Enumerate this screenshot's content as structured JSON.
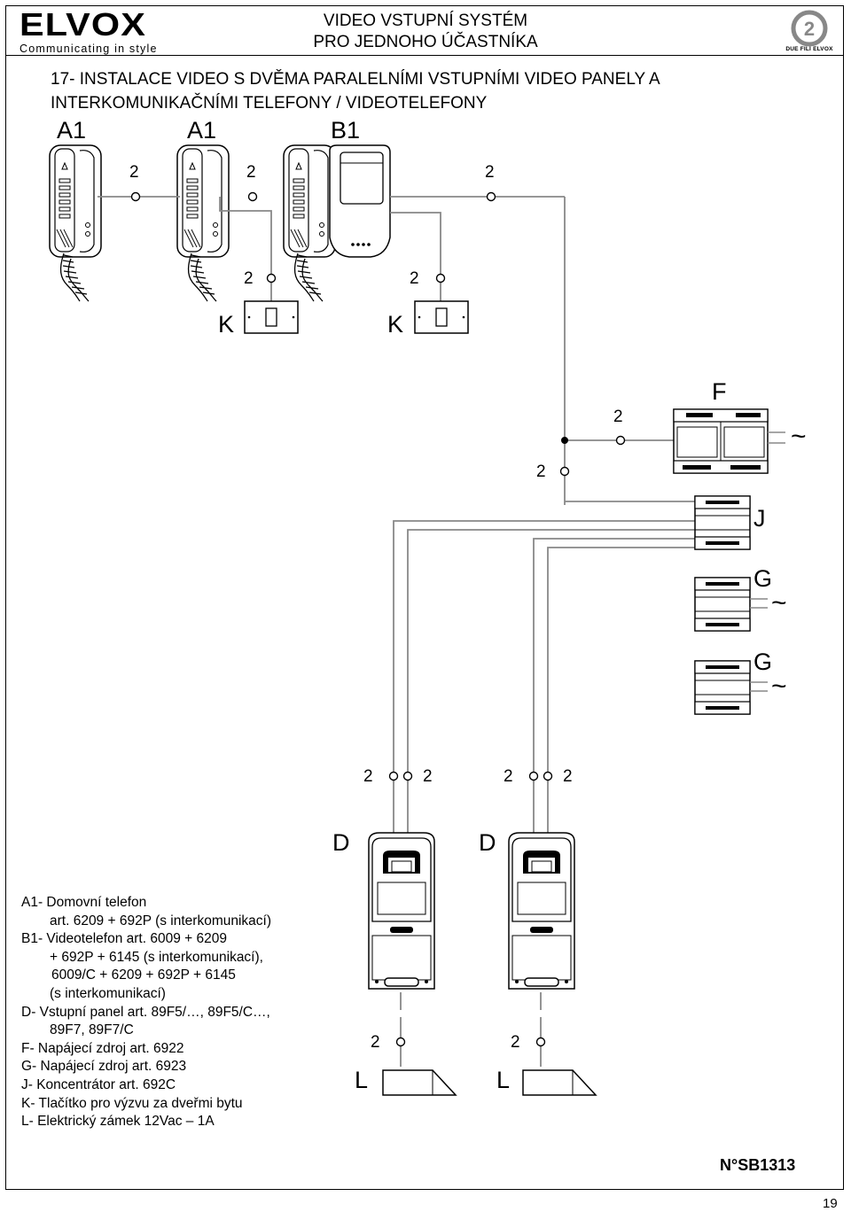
{
  "header": {
    "logo_main": "ELVOX",
    "logo_tagline": "Communicating in style",
    "title_line1": "VIDEO VSTUPNÍ SYSTÉM",
    "title_line2": "PRO JEDNOHO ÚČASTNÍKA",
    "brand2_text": "DUE FILI ELVOX"
  },
  "section": {
    "title_line1": "17- INSTALACE VIDEO S DVĚMA PARALELNÍMI VSTUPNÍMI VIDEO PANELY A",
    "title_line2": "INTERKOMUNIKAČNÍMI TELEFONY / VIDEOTELEFONY"
  },
  "diagram": {
    "labels": {
      "a1_first": "A1",
      "a1_second": "A1",
      "b1": "B1",
      "k_left": "K",
      "k_right": "K",
      "f": "F",
      "j": "J",
      "g_first": "G",
      "g_second": "G",
      "d_left": "D",
      "d_right": "D",
      "l_left": "L",
      "l_right": "L"
    },
    "wire_label": "2",
    "mains_symbol": "~"
  },
  "legend": [
    "A1- Domovní telefon",
    "art. 6209 + 692P (s interkomunikací)",
    "B1- Videotelefon art. 6009 + 6209",
    "+ 692P + 6145 (s interkomunikací),",
    "6009/C + 6209 + 692P + 6145",
    "(s interkomunikací)",
    "D- Vstupní panel art. 89F5/…, 89F5/C…,",
    "89F7, 89F7/C",
    "F- Napájecí zdroj art. 6922",
    "G- Napájecí zdroj art. 6923",
    "J- Koncentrátor art. 692C",
    "K- Tlačítko pro výzvu za dveřmi bytu",
    "L- Elektrický zámek 12Vac – 1A"
  ],
  "footer": {
    "code": "N°SB1313",
    "page_number": "19"
  }
}
